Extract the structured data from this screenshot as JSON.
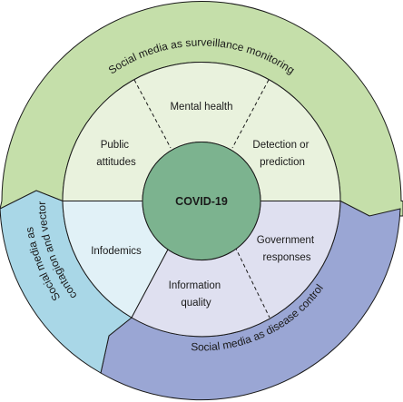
{
  "center": {
    "label": "COVID-19"
  },
  "outer_ring": {
    "surveillance": {
      "label": "Social media as surveillance monitoring",
      "color": "#c5dfaa"
    },
    "contagion": {
      "lines": [
        "Social media as",
        "contagion and vector"
      ],
      "color": "#a9d7e7"
    },
    "disease_control": {
      "label": "Social media as disease control",
      "color": "#9aa6d4"
    }
  },
  "segments": {
    "mental_health": {
      "lines": [
        "Mental health"
      ]
    },
    "public_attitudes": {
      "lines": [
        "Public",
        "attitudes"
      ]
    },
    "detection_prediction": {
      "lines": [
        "Detection or",
        "prediction"
      ]
    },
    "infodemics": {
      "lines": [
        "Infodemics"
      ]
    },
    "information_quality": {
      "lines": [
        "Information",
        "quality"
      ]
    },
    "government_responses": {
      "lines": [
        "Government",
        "responses"
      ]
    }
  },
  "colors": {
    "inner_surveillance": "#e9f2dd",
    "inner_contagion": "#e1f1f7",
    "inner_control": "#dfe0f0",
    "core": "#7cb38f",
    "stroke": "#1a1a1a"
  }
}
